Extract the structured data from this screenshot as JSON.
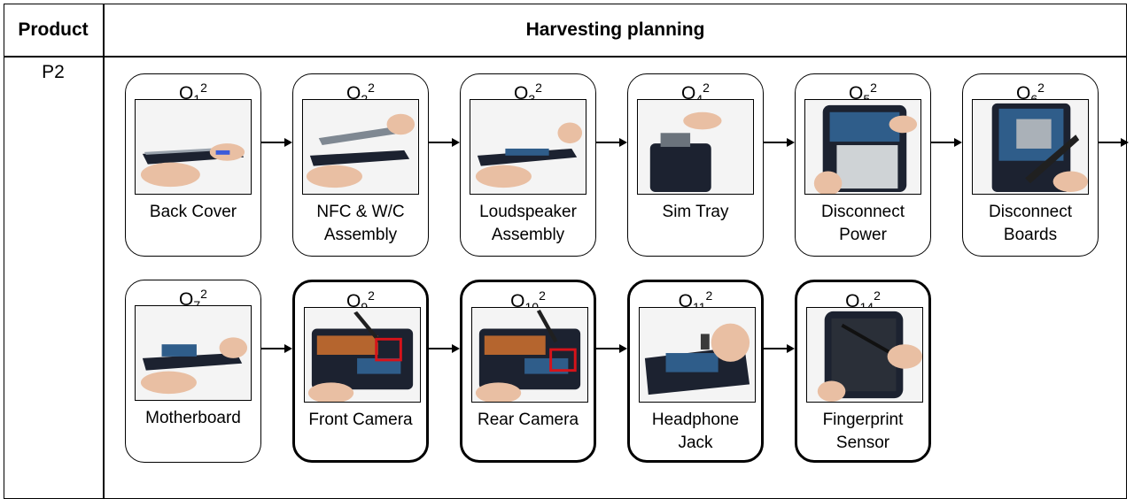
{
  "table": {
    "product_header": "Product",
    "planning_header": "Harvesting planning",
    "product_id": "P2"
  },
  "steps": [
    {
      "op_base": "O",
      "op_sub": "1",
      "op_sup": "2",
      "label_line1": "Back Cover",
      "label_line2": "",
      "highlight": false,
      "photo_icon": "phone-back-cover-removal-photo"
    },
    {
      "op_base": "O",
      "op_sub": "2",
      "op_sup": "2",
      "label_line1": "NFC & W/C",
      "label_line2": "Assembly",
      "highlight": false,
      "photo_icon": "nfc-assembly-removal-photo"
    },
    {
      "op_base": "O",
      "op_sub": "3",
      "op_sup": "2",
      "label_line1": "Loudspeaker",
      "label_line2": "Assembly",
      "highlight": false,
      "photo_icon": "loudspeaker-removal-photo"
    },
    {
      "op_base": "O",
      "op_sub": "4",
      "op_sup": "2",
      "label_line1": "Sim Tray",
      "label_line2": "",
      "highlight": false,
      "photo_icon": "sim-tray-removal-photo"
    },
    {
      "op_base": "O",
      "op_sub": "5",
      "op_sup": "2",
      "label_line1": "Disconnect",
      "label_line2": "Power",
      "highlight": false,
      "photo_icon": "battery-disconnect-photo"
    },
    {
      "op_base": "O",
      "op_sub": "6",
      "op_sup": "2",
      "label_line1": "Disconnect",
      "label_line2": "Boards",
      "highlight": false,
      "photo_icon": "board-disconnect-photo"
    },
    {
      "op_base": "O",
      "op_sub": "7",
      "op_sup": "2",
      "label_line1": "Motherboard",
      "label_line2": "",
      "highlight": false,
      "photo_icon": "motherboard-removal-photo"
    },
    {
      "op_base": "O",
      "op_sub": "9",
      "op_sup": "2",
      "label_line1": "Front Camera",
      "label_line2": "",
      "highlight": true,
      "photo_icon": "front-camera-removal-photo"
    },
    {
      "op_base": "O",
      "op_sub": "10",
      "op_sup": "2",
      "label_line1": "Rear Camera",
      "label_line2": "",
      "highlight": true,
      "photo_icon": "rear-camera-removal-photo"
    },
    {
      "op_base": "O",
      "op_sub": "11",
      "op_sup": "2",
      "label_line1": "Headphone",
      "label_line2": "Jack",
      "highlight": true,
      "photo_icon": "headphone-jack-removal-photo"
    },
    {
      "op_base": "O",
      "op_sub": "14",
      "op_sup": "2",
      "label_line1": "Fingerprint",
      "label_line2": "Sensor",
      "highlight": true,
      "photo_icon": "fingerprint-sensor-removal-photo"
    }
  ],
  "colors": {
    "border": "#000000",
    "highlight_box": "#d6131a",
    "phone_body": "#1c2230",
    "skin": "#e9bfa3",
    "pcb": "#2f5d8a"
  }
}
